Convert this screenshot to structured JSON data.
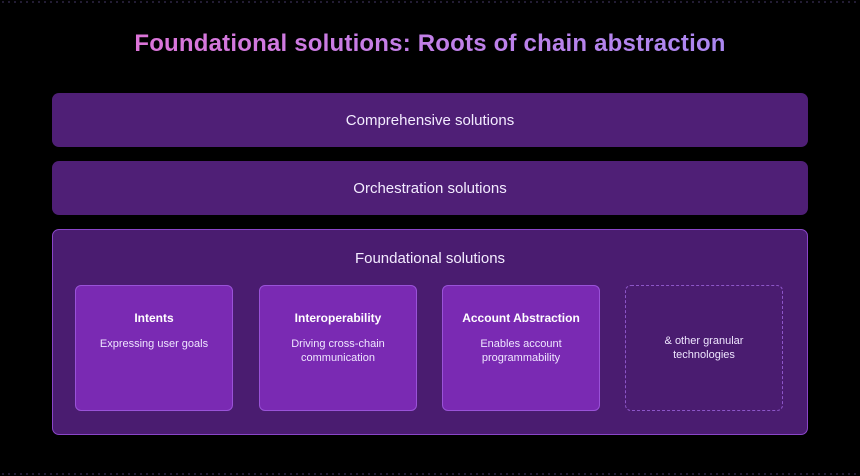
{
  "title": "Foundational solutions: Roots of chain abstraction",
  "layers": {
    "comprehensive": "Comprehensive solutions",
    "orchestration": "Orchestration solutions",
    "foundational": "Foundational solutions"
  },
  "cards": [
    {
      "title": "Intents",
      "description": "Expressing user goals"
    },
    {
      "title": "Interoperability",
      "description": "Driving cross-chain communication"
    },
    {
      "title": "Account Abstraction",
      "description": "Enables account programmability"
    },
    {
      "description": "& other granular technologies"
    }
  ],
  "colors": {
    "background": "#000000",
    "band": "#4f1f76",
    "panel": "#4a1c70",
    "card": "#7a2ab3",
    "title_gradient_start": "#e86fd0",
    "title_gradient_end": "#a18bf5"
  }
}
